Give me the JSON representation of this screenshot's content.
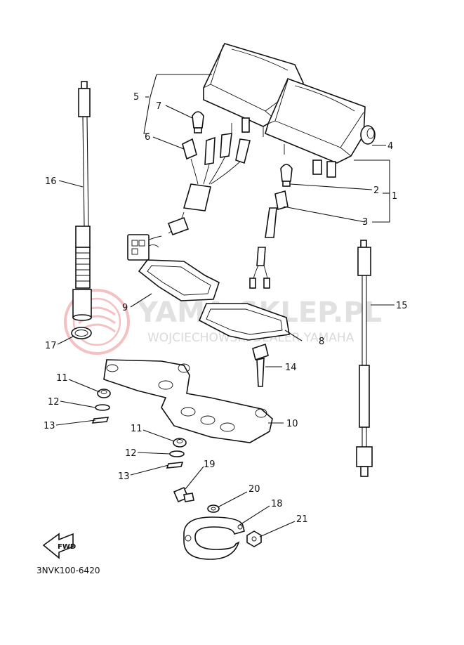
{
  "diagram": {
    "code": "3NVK100-6420",
    "fwd_label": "FWD",
    "watermark": {
      "brand": "YAMA-SKLEP.PL",
      "subtitle": "WOJCIECHOWSKI DEALER YAMAHA",
      "logo_color": "#e8747a"
    },
    "labels": [
      "1",
      "2",
      "3",
      "4",
      "5",
      "6",
      "7",
      "8",
      "9",
      "10",
      "11",
      "11",
      "12",
      "12",
      "13",
      "13",
      "14",
      "15",
      "16",
      "17",
      "18",
      "19",
      "20",
      "21"
    ]
  }
}
